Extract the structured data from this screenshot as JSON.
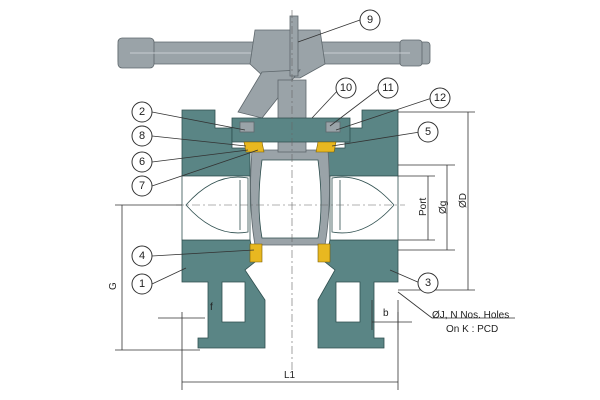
{
  "callouts": [
    {
      "num": "1"
    },
    {
      "num": "2"
    },
    {
      "num": "3"
    },
    {
      "num": "4"
    },
    {
      "num": "5"
    },
    {
      "num": "6"
    },
    {
      "num": "7"
    },
    {
      "num": "8"
    },
    {
      "num": "9"
    },
    {
      "num": "10"
    },
    {
      "num": "11"
    },
    {
      "num": "12"
    }
  ],
  "dimensions": {
    "port": "Port",
    "g": "Øg",
    "D": "ØD",
    "G": "G",
    "f": "f",
    "b": "b",
    "L1": "L1",
    "holes": "ØJ, N Nos. Holes",
    "pcd": "On K : PCD"
  },
  "colors": {
    "body": "#5a8585",
    "handle": "#9aa3a8",
    "seal": "#e8b820"
  }
}
